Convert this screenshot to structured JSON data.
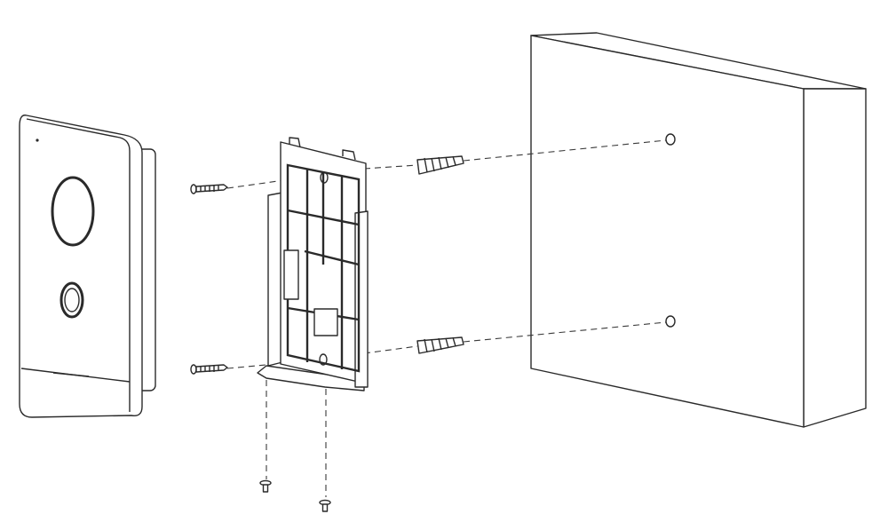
{
  "diagram": {
    "stroke_color": "#2a2a2a",
    "background": "#ffffff",
    "parts": [
      "door-station",
      "wall-mount-bracket",
      "mounting-screws",
      "wall-anchors",
      "bottom-screws",
      "wall"
    ]
  }
}
